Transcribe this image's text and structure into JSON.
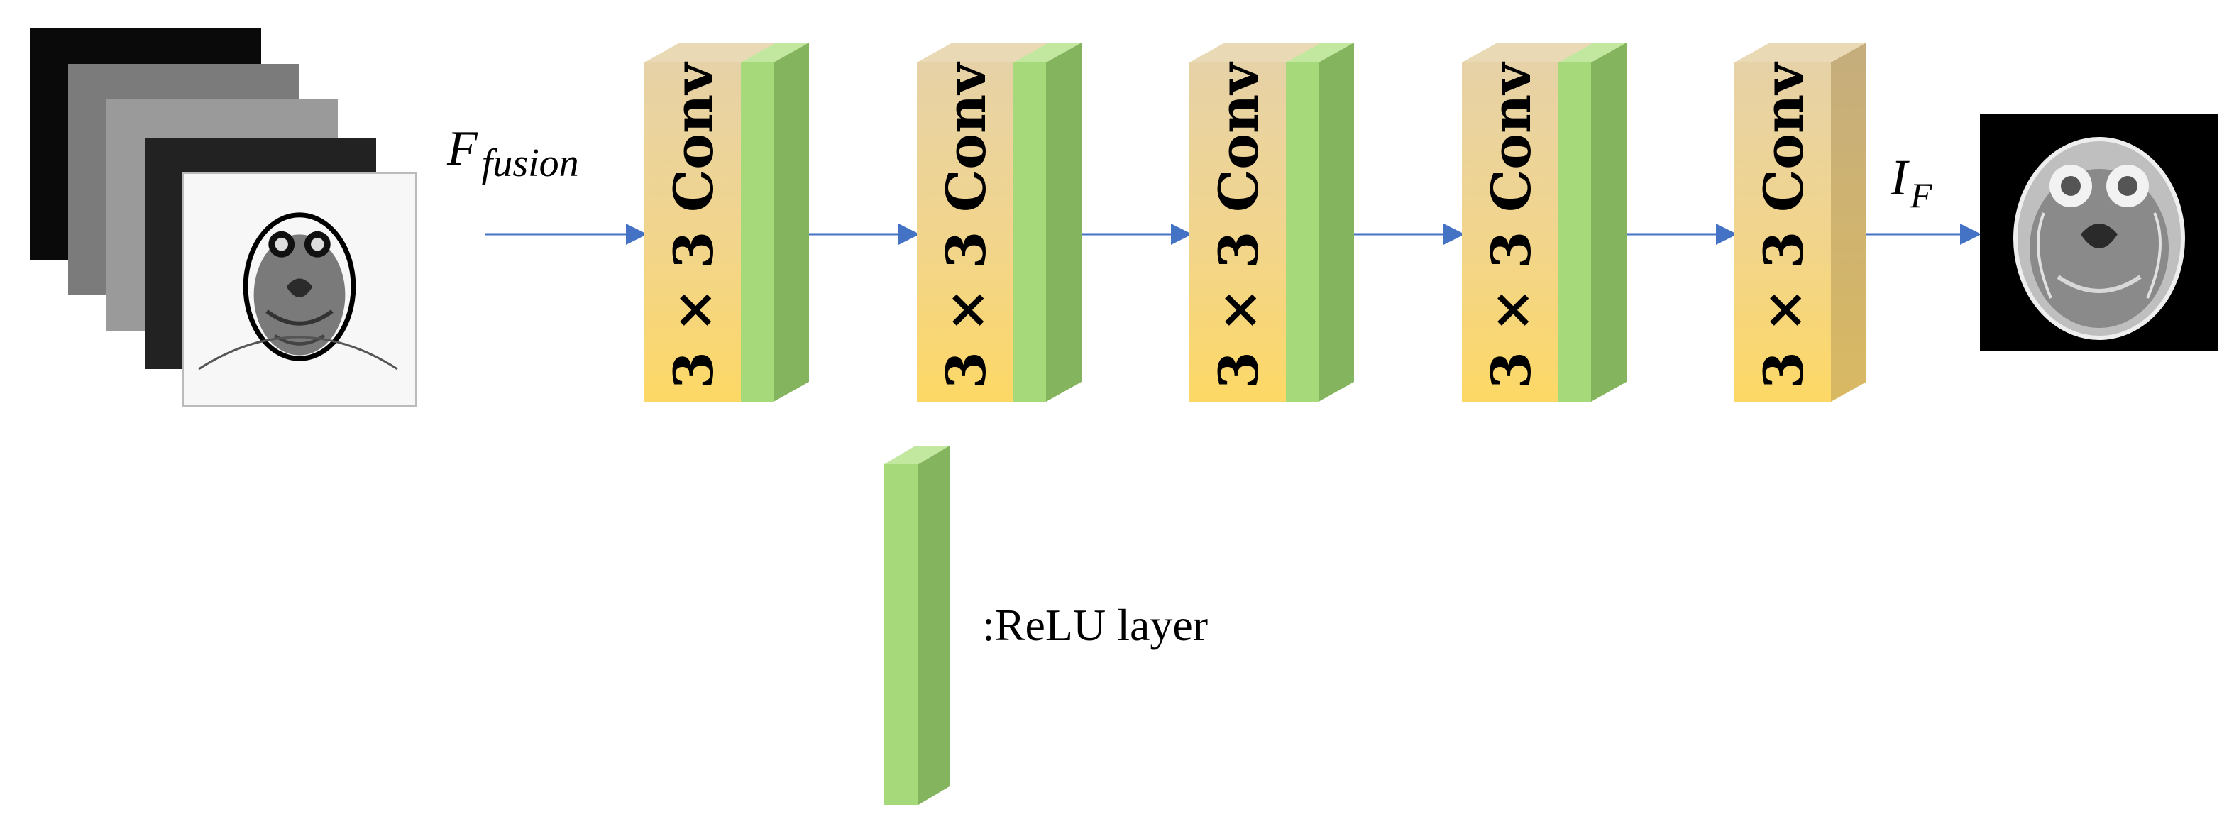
{
  "input": {
    "label_main": "F",
    "label_sub": "fusion",
    "slices": 5
  },
  "output": {
    "label_main": "I",
    "label_sub": "F"
  },
  "blocks": [
    {
      "label": "3 × 3 Conv",
      "relu": true
    },
    {
      "label": "3 × 3 Conv",
      "relu": true
    },
    {
      "label": "3 × 3 Conv",
      "relu": true
    },
    {
      "label": "3 × 3 Conv",
      "relu": true
    },
    {
      "label": "3 × 3 Conv",
      "relu": false
    }
  ],
  "legend": {
    "relu_label": ":ReLU layer"
  },
  "colors": {
    "conv_top": "#e6d2a7",
    "conv_bottom": "#fdd866",
    "conv_side": "#c5ad7d",
    "relu_front": "#a6d97a",
    "relu_side": "#85b45e",
    "relu_top": "#c2e8a0",
    "arrow": "#4472c4"
  }
}
